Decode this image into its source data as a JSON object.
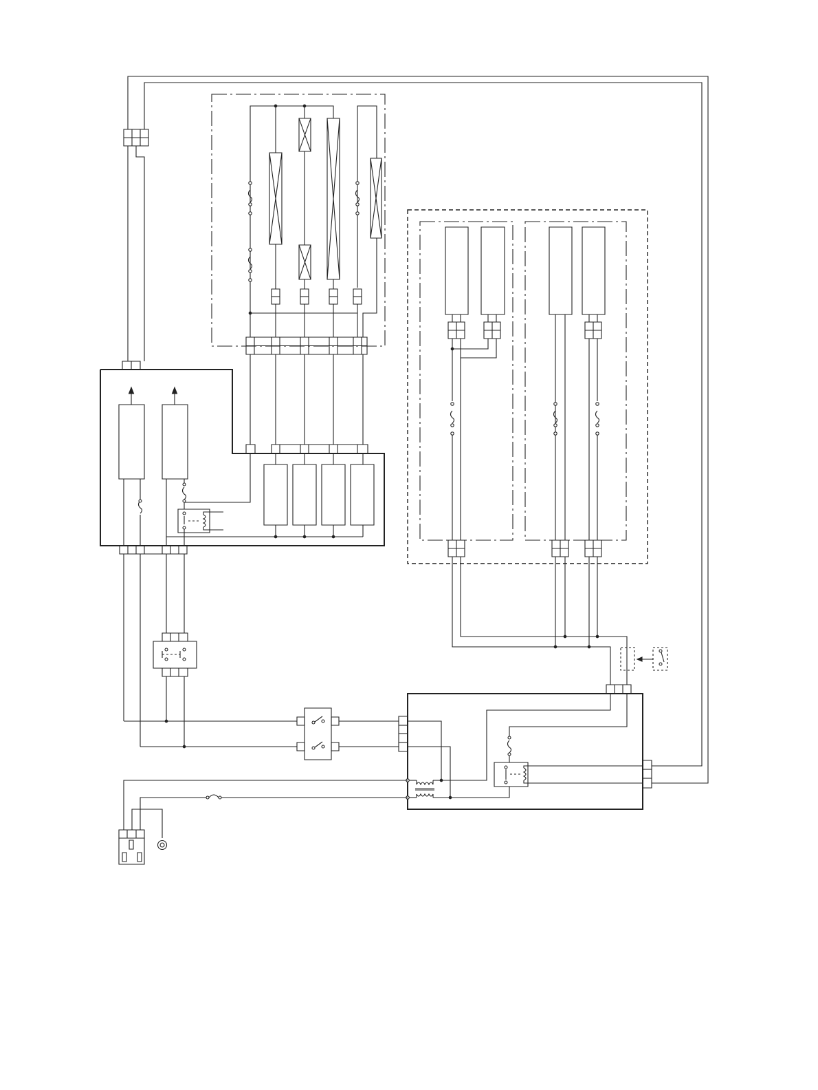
{
  "diagram": {
    "type": "electrical-wiring-schematic",
    "labels": [],
    "colors": {
      "line": "#222222",
      "background": "#ffffff"
    },
    "components": [
      {
        "name": "wall-plug",
        "icon": "power-plug-icon"
      },
      {
        "name": "ground-terminal",
        "icon": "ground-ring-icon"
      },
      {
        "name": "inline-fuse",
        "icon": "fuse-icon"
      },
      {
        "name": "power-switch-1",
        "icon": "switch-icon"
      },
      {
        "name": "power-switch-2",
        "icon": "switch-icon"
      },
      {
        "name": "relay-unit",
        "icon": "relay-icon"
      },
      {
        "name": "door-interlock",
        "icon": "switch-icon"
      },
      {
        "name": "heater-elements",
        "icon": "heater-icon"
      },
      {
        "name": "lamp-modules",
        "icon": "lamp-icon"
      },
      {
        "name": "control-board",
        "icon": "board-icon"
      },
      {
        "name": "power-supply-board",
        "icon": "board-icon"
      }
    ]
  }
}
